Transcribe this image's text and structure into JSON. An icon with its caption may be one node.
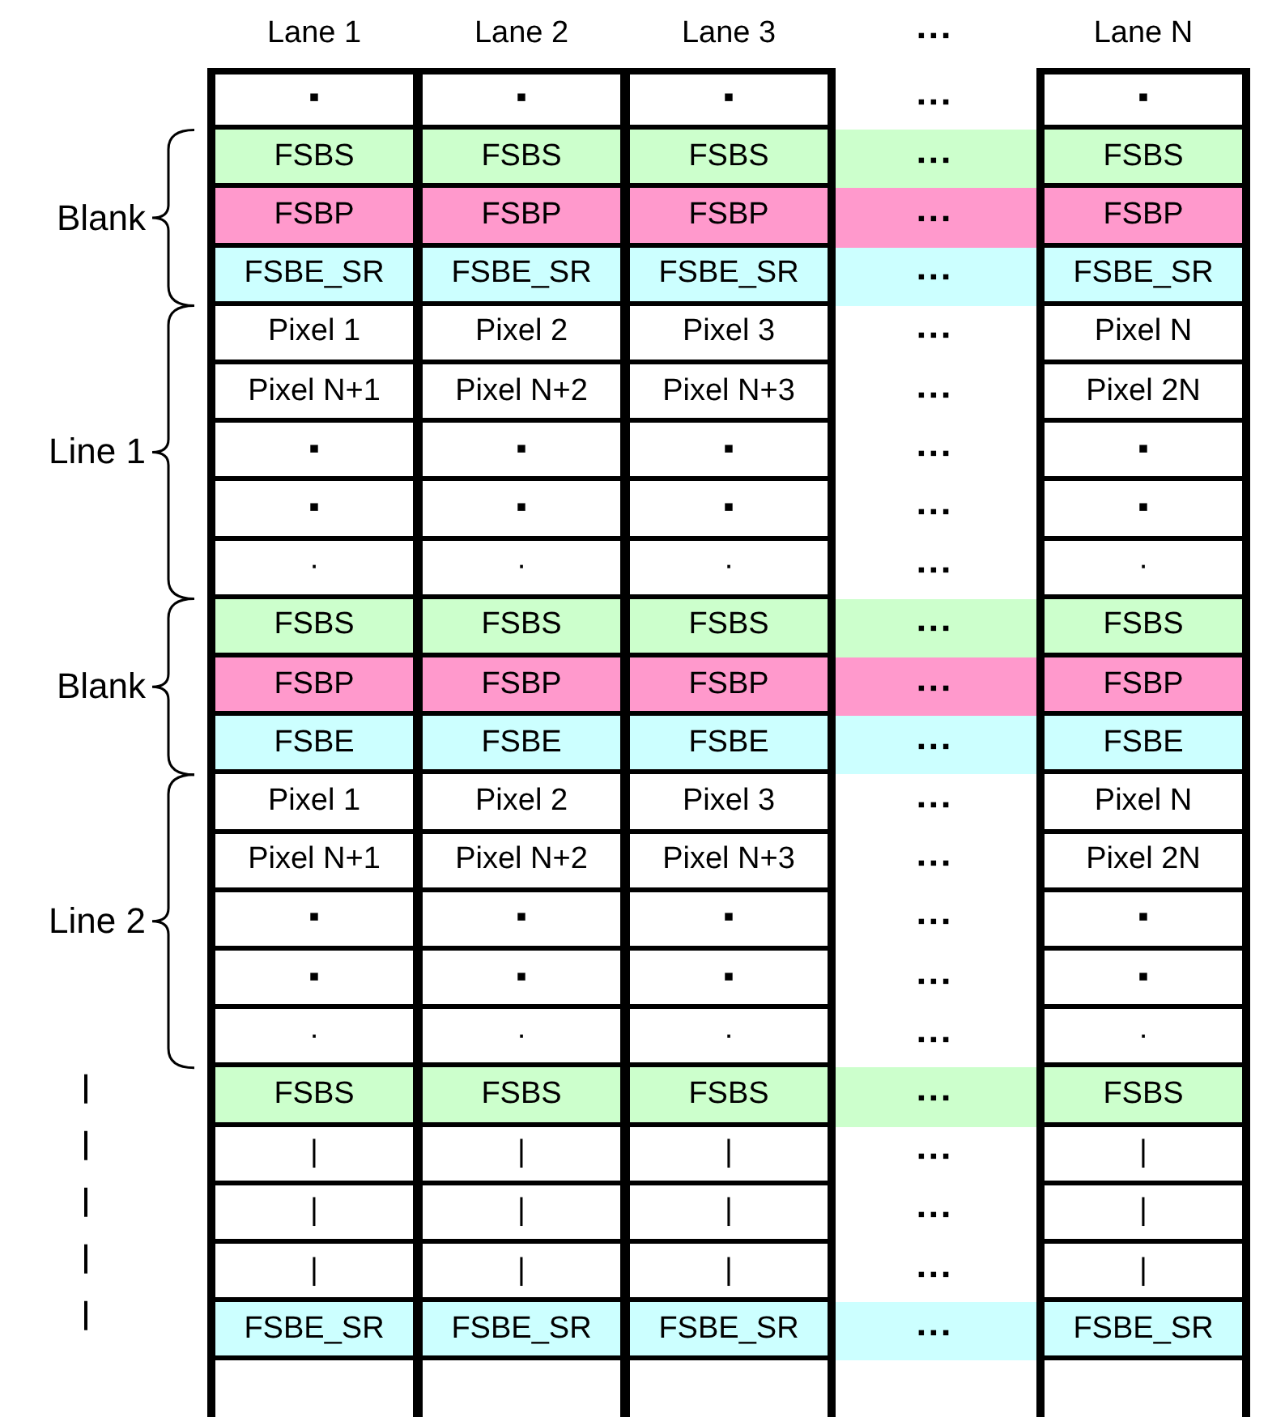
{
  "diagram": {
    "labels": [
      "Lane 1",
      "Lane 2",
      "Lane 3",
      "▪▪▪",
      "Lane N",
      "Blank",
      "Line 1",
      "Blank",
      "Line 2",
      "▪",
      "▪",
      "▪",
      "▪▪▪",
      "▪",
      "FSBS",
      "FSBS",
      "FSBS",
      "▪▪▪",
      "FSBS",
      "FSBP",
      "FSBP",
      "FSBP",
      "▪▪▪",
      "FSBP",
      "FSBE_SR",
      "FSBE_SR",
      "FSBE_SR",
      "▪▪▪",
      "FSBE_SR",
      "Pixel 1",
      "Pixel 2",
      "Pixel 3",
      "▪▪▪",
      "Pixel N",
      "Pixel N+1",
      "Pixel N+2",
      "Pixel N+3",
      "▪▪▪",
      "Pixel 2N",
      "▪",
      "▪",
      "▪",
      "▪▪▪",
      "▪",
      "▪",
      "▪",
      "▪",
      "▪▪▪",
      "▪",
      "·",
      "·",
      "·",
      "▪▪▪",
      "·",
      "FSBS",
      "FSBS",
      "FSBS",
      "▪▪▪",
      "FSBS",
      "FSBP",
      "FSBP",
      "FSBP",
      "▪▪▪",
      "FSBP",
      "FSBE",
      "FSBE",
      "FSBE",
      "▪▪▪",
      "FSBE",
      "Pixel 1",
      "Pixel 2",
      "Pixel 3",
      "▪▪▪",
      "Pixel N",
      "Pixel N+1",
      "Pixel N+2",
      "Pixel N+3",
      "▪▪▪",
      "Pixel 2N",
      "▪",
      "▪",
      "▪",
      "▪▪▪",
      "▪",
      "▪",
      "▪",
      "▪",
      "▪▪▪",
      "▪",
      "·",
      "·",
      "·",
      "▪▪▪",
      "·",
      "FSBS",
      "FSBS",
      "FSBS",
      "▪▪▪",
      "FSBS",
      "|",
      "|",
      "|",
      "▪▪▪",
      "|",
      "|",
      "|",
      "|",
      "▪▪▪",
      "|",
      "|",
      "|",
      "|",
      "▪▪▪",
      "|",
      "FSBE_SR",
      "FSBE_SR",
      "FSBE_SR",
      "▪▪▪",
      "FSBE_SR"
    ]
  }
}
